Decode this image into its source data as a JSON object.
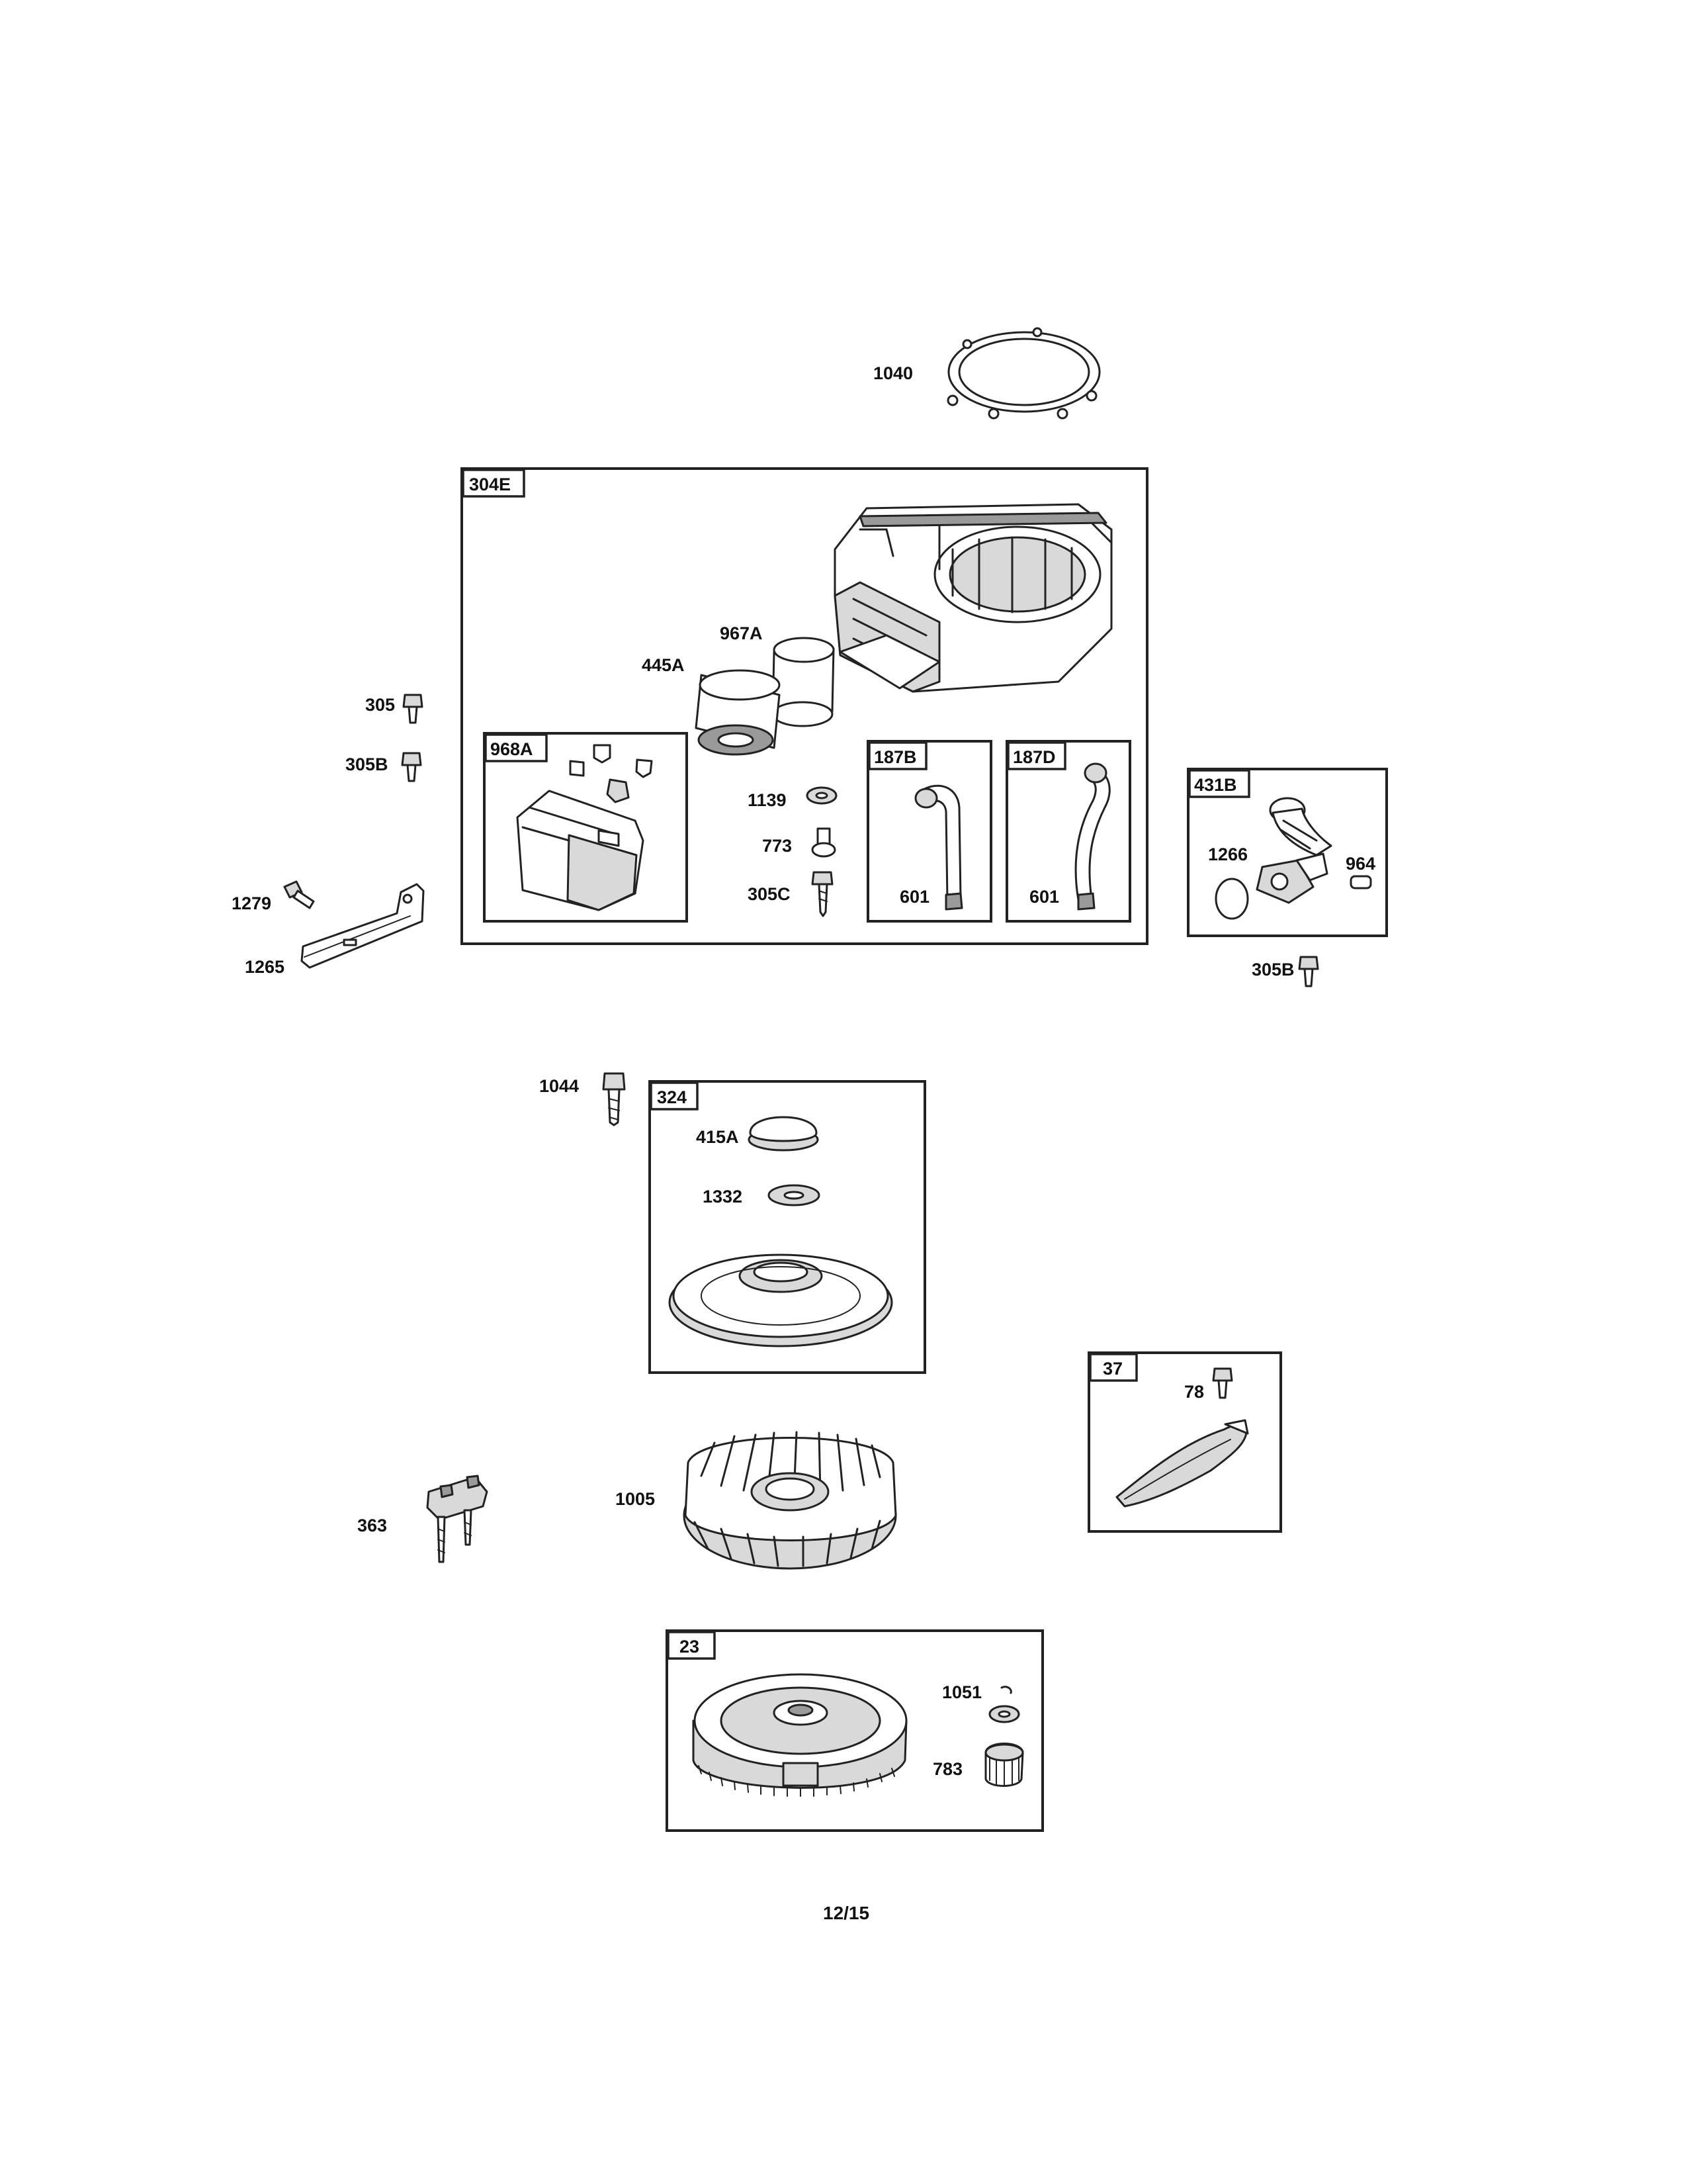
{
  "page": {
    "page_number": "12/15"
  },
  "boxes": {
    "b304E": "304E",
    "b968A": "968A",
    "b187B": "187B",
    "b187D": "187D",
    "b431B": "431B",
    "b324": "324",
    "b37": "37",
    "b23": "23"
  },
  "parts": {
    "p1040": "1040",
    "p967A": "967A",
    "p445A": "445A",
    "p305": "305",
    "p305B_left": "305B",
    "p1139": "1139",
    "p773": "773",
    "p305C": "305C",
    "p601_b": "601",
    "p601_d": "601",
    "p1266": "1266",
    "p964": "964",
    "p305B_right": "305B",
    "p1279": "1279",
    "p1265": "1265",
    "p1044": "1044",
    "p415A": "415A",
    "p1332": "1332",
    "p78": "78",
    "p363": "363",
    "p1005": "1005",
    "p1051": "1051",
    "p783": "783"
  }
}
